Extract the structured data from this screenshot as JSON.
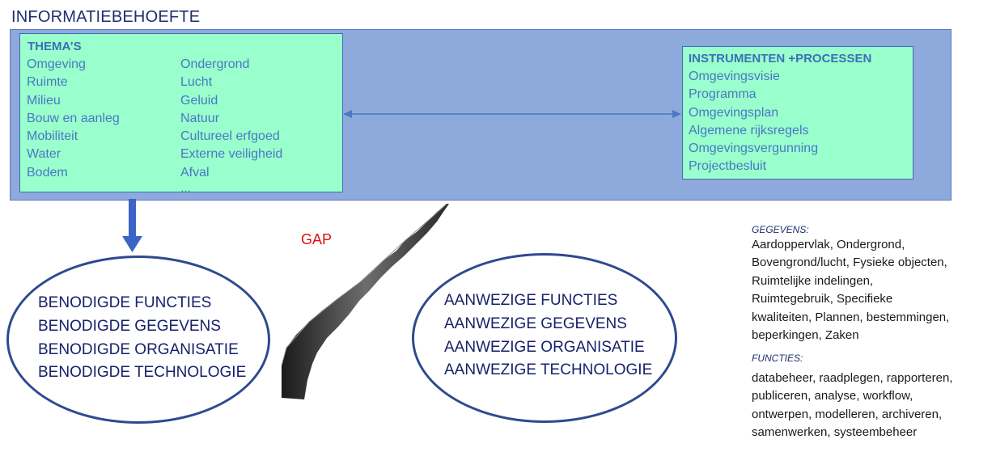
{
  "title": "INFORMATIEBEHOEFTE",
  "themes": {
    "heading": "THEMA’S",
    "left_column": [
      "Omgeving",
      "Ruimte",
      "Milieu",
      "Bouw en aanleg",
      "Mobiliteit",
      "Water",
      "Bodem"
    ],
    "right_column": [
      "Ondergrond",
      "Lucht",
      "Geluid",
      "Natuur",
      "Cultureel erfgoed",
      "Externe veiligheid",
      "Afval",
      "…"
    ]
  },
  "instruments": {
    "heading": "INSTRUMENTEN +PROCESSEN",
    "items": [
      "Omgevingsvisie",
      "Programma",
      "Omgevingsplan",
      "Algemene rijksregels",
      "Omgevingsvergunning",
      "Projectbesluit"
    ]
  },
  "required": {
    "lines": [
      "BENODIGDE FUNCTIES",
      "BENODIGDE GEGEVENS",
      "BENODIGDE ORGANISATIE",
      "BENODIGDE TECHNOLOGIE"
    ]
  },
  "present": {
    "lines": [
      "AANWEZIGE FUNCTIES",
      "AANWEZIGE GEGEVENS",
      "AANWEZIGE ORGANISATIE",
      "AANWEZIGE TECHNOLOGIE"
    ]
  },
  "gap_label": "GAP",
  "sidebar": {
    "data_heading": "GEGEVENS:",
    "data_lines": [
      "Aardoppervlak, Ondergrond,",
      "Bovengrond/lucht, Fysieke objecten,",
      "Ruimtelijke indelingen,",
      "Ruimtegebruik, Specifieke",
      "kwaliteiten, Plannen, bestemmingen,",
      "beperkingen, Zaken"
    ],
    "functions_heading": "FUNCTIES:",
    "functions_lines": [
      "databeheer, raadplegen, rapporteren,",
      "publiceren, analyse, workflow,",
      "ontwerpen, modelleren, archiveren,",
      "samenwerken, systeembeheer"
    ]
  },
  "colors": {
    "band": "#8ea9db",
    "box_fill": "#99ffcc",
    "item_text": "#4a78c4",
    "ellipse_border": "#2e4a8f",
    "gap_red": "#e01010"
  }
}
